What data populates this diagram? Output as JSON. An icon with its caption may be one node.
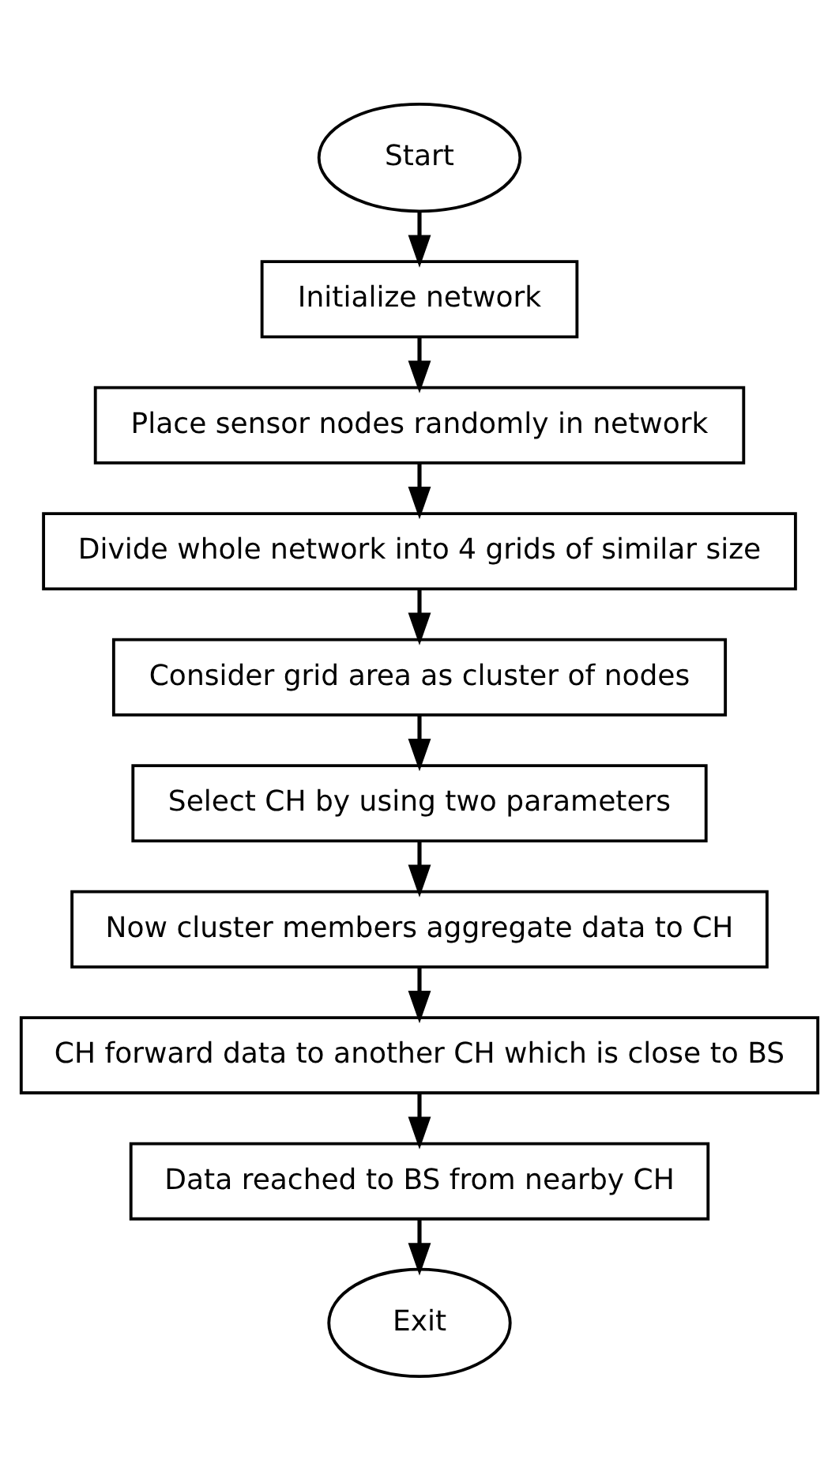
{
  "diagram": {
    "nodes": [
      {
        "text": [
          "Start"
        ]
      },
      {
        "text": [
          "Initialize network"
        ]
      },
      {
        "text": [
          "Place sensor nodes randomly in network"
        ]
      },
      {
        "text": [
          "Divide whole network into 4 grids of similar size"
        ]
      },
      {
        "text": [
          "Consider grid area as cluster of nodes"
        ]
      },
      {
        "text": [
          "Select CH by using two parameters"
        ]
      },
      {
        "text": [
          "Now cluster members aggregate data to CH"
        ]
      },
      {
        "text": [
          "CH forward data to another CH which is close to BS"
        ]
      },
      {
        "text": [
          "Data reached to BS from nearby CH"
        ]
      },
      {
        "text": [
          "Exit"
        ]
      }
    ],
    "edges": [
      {
        "from": 0,
        "to": 1,
        "arrow": "to"
      },
      {
        "from": 1,
        "to": 2,
        "arrow": "to"
      },
      {
        "from": 2,
        "to": 3,
        "arrow": "to"
      },
      {
        "from": 3,
        "to": 4,
        "arrow": "to"
      },
      {
        "from": 4,
        "to": 5,
        "arrow": "to"
      },
      {
        "from": 5,
        "to": 6,
        "arrow": "to"
      },
      {
        "from": 6,
        "to": 7,
        "arrow": "to"
      },
      {
        "from": 7,
        "to": 8,
        "arrow": "to"
      },
      {
        "from": 8,
        "to": 9,
        "arrow": "to"
      }
    ]
  }
}
